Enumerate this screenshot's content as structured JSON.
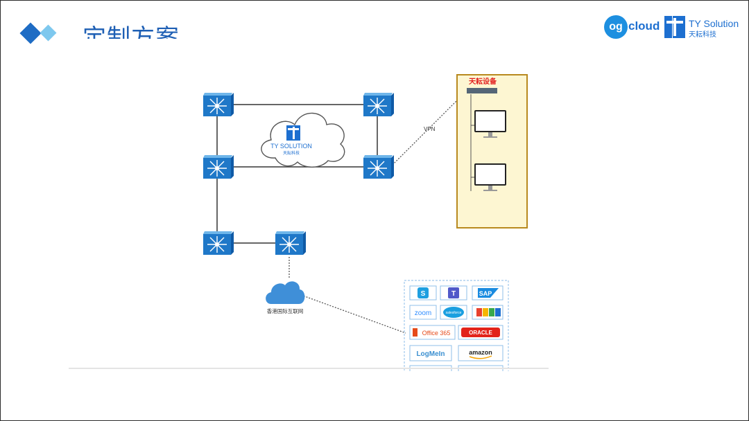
{
  "header": {
    "title": "定制方案"
  },
  "logos": {
    "ogcloud_badge": "og",
    "ogcloud_text": "cloud",
    "ty_name": "TY Solution",
    "ty_sub": "天耘科技"
  },
  "diagram": {
    "cloud_brand": "TY SOLUTION",
    "cloud_brand_sub": "天耘科技",
    "vpn_label": "VPN",
    "site_title": "天耘设备",
    "internet_label": "香港国际互联网",
    "saas_apps": [
      "S",
      "T",
      "SAP",
      "zoom",
      "salesforce",
      "Office 365",
      "ORACLE",
      "LogMeIn",
      "amazon"
    ]
  },
  "colors": {
    "title": "#1e5fb4",
    "accent": "#3aa7e0",
    "switch": "#1f78c8",
    "site_border": "#b8891e",
    "site_fill": "#fdf6d2"
  }
}
